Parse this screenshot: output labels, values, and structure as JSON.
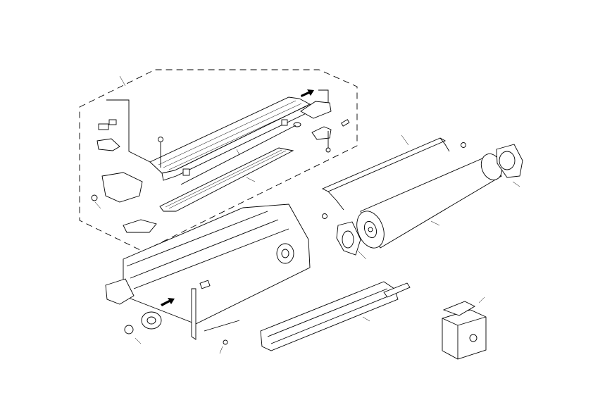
{
  "diagram": {
    "type": "exploded-parts-view",
    "line_color": "#000000",
    "background": "#ffffff",
    "parts": [
      "dashed-subassembly-boundary",
      "exposure-rail-assembly",
      "flat-cable",
      "drum-cover-rail",
      "drum",
      "drum-flange-left",
      "drum-flange-right",
      "main-unit-frame",
      "development-roller-assembly",
      "toner-bottle",
      "arrow-direction"
    ]
  }
}
